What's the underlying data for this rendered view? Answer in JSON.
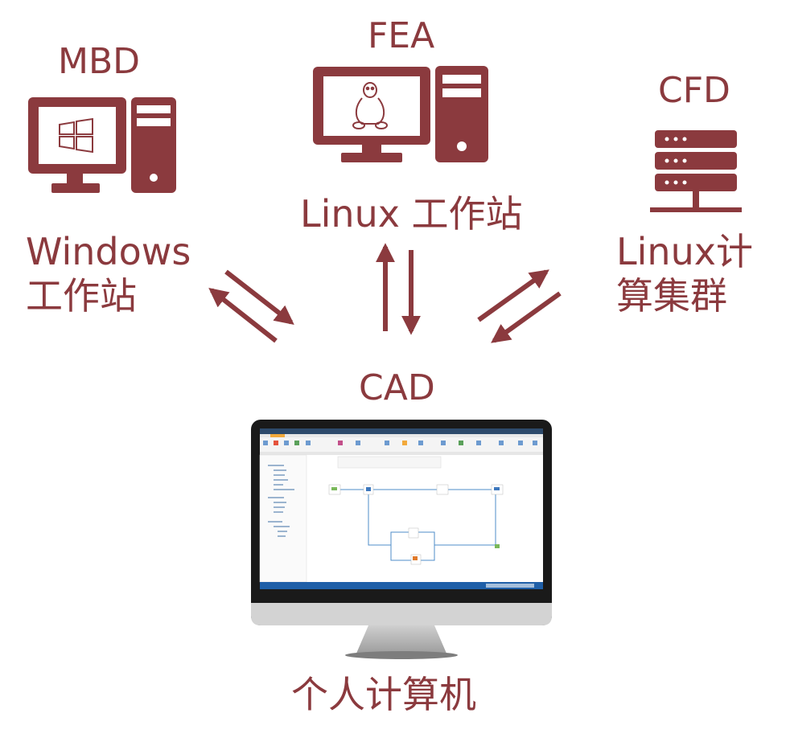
{
  "nodes": {
    "mbd": {
      "title": "MBD",
      "line1": "Windows",
      "line2": "工作站"
    },
    "fea": {
      "title": "FEA",
      "line1": "Linux 工作站"
    },
    "cfd": {
      "title": "CFD",
      "line1": "Linux计",
      "line2": "算集群"
    },
    "cad": {
      "title": "CAD",
      "caption": "个人计算机"
    }
  },
  "colors": {
    "accent": "#8b3a3e",
    "ui_blue": "#1f5fa8"
  },
  "icons": {
    "mbd": "windows-desktop-icon",
    "fea": "linux-desktop-icon",
    "cfd": "server-rack-icon",
    "cad": "imac-monitor-icon"
  }
}
